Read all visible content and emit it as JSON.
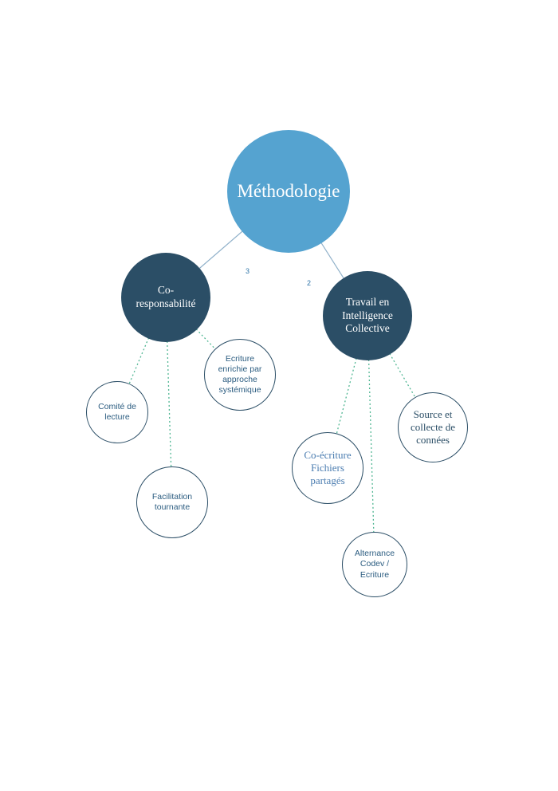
{
  "diagram": {
    "title": "Méthodologie",
    "root": {
      "label": "Méthodologie"
    },
    "branches": {
      "co_responsabilite": {
        "label": "Co-responsabilité",
        "edge_label": "3"
      },
      "travail_ic": {
        "label": "Travail en Intelligence Collective",
        "edge_label": "2"
      }
    },
    "leaves": {
      "ecriture_enrichie": {
        "label": "Ecriture enrichie par approche systémique"
      },
      "comite_lecture": {
        "label": "Comité de lecture"
      },
      "facilitation": {
        "label": "Facilitation tournante"
      },
      "co_ecriture": {
        "label": "Co-écriture Fichiers partagés"
      },
      "source_collecte": {
        "label": "Source et collecte de connées"
      },
      "alternance": {
        "label": "Alternance Codev / Ecriture"
      }
    },
    "colors": {
      "root_fill": "#55a3d0",
      "branch_fill": "#2b4e66",
      "leaf_border": "#2b4e66",
      "dotted_edge": "#52b794",
      "solid_edge": "#8fb0c9",
      "edge_label_text": "#2e74a8"
    }
  }
}
